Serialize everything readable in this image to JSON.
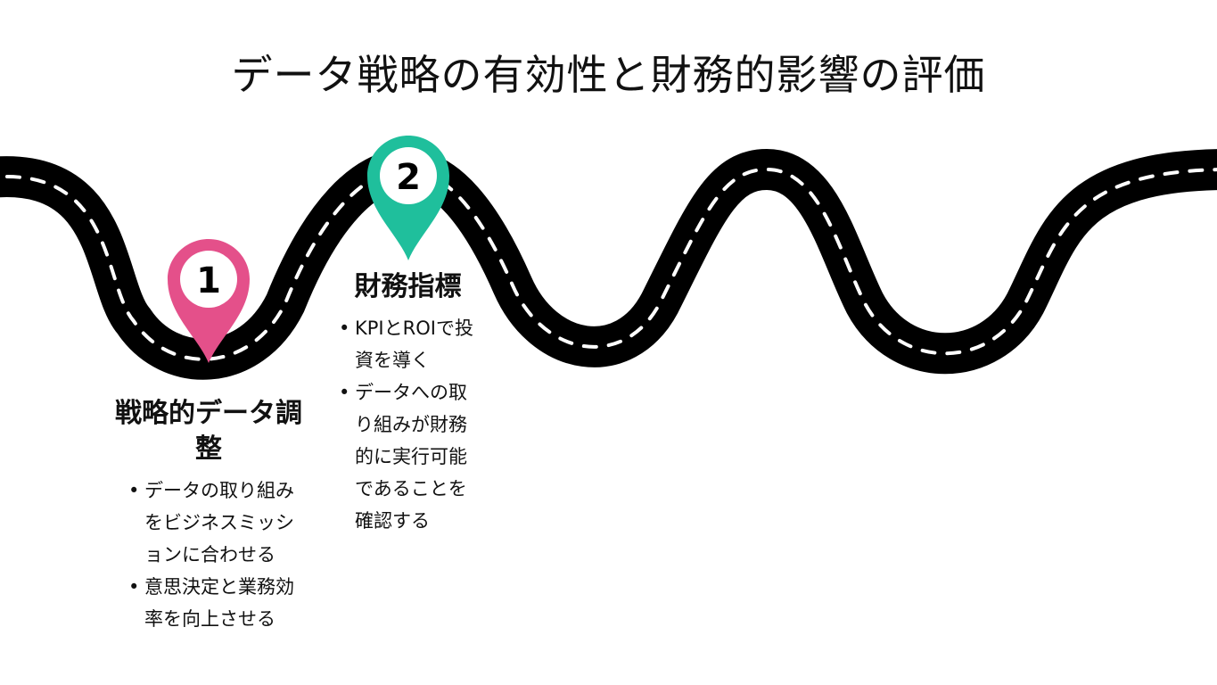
{
  "title": "データ戦略の有効性と財務的影響の評価",
  "colors": {
    "road": "#000000",
    "road_dash": "#ffffff",
    "marker_1": "#e4508a",
    "marker_2": "#1fbf9c"
  },
  "markers": [
    {
      "number": "1",
      "label": "戦略的データ調整",
      "bullets": [
        "データの取り組みをビジネスミッションに合わせる",
        "意思決定と業務効率を向上させる"
      ]
    },
    {
      "number": "2",
      "label": "財務指標",
      "bullets": [
        "KPIとROIで投資を導く",
        "データへの取り組みが財務的に実行可能であることを確認する"
      ]
    }
  ]
}
